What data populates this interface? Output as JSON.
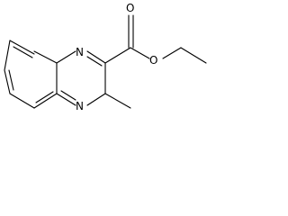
{
  "molecule": {
    "atoms": {
      "n1": "N",
      "n4": "N",
      "o_carbonyl": "O",
      "o_ester": "O"
    }
  }
}
